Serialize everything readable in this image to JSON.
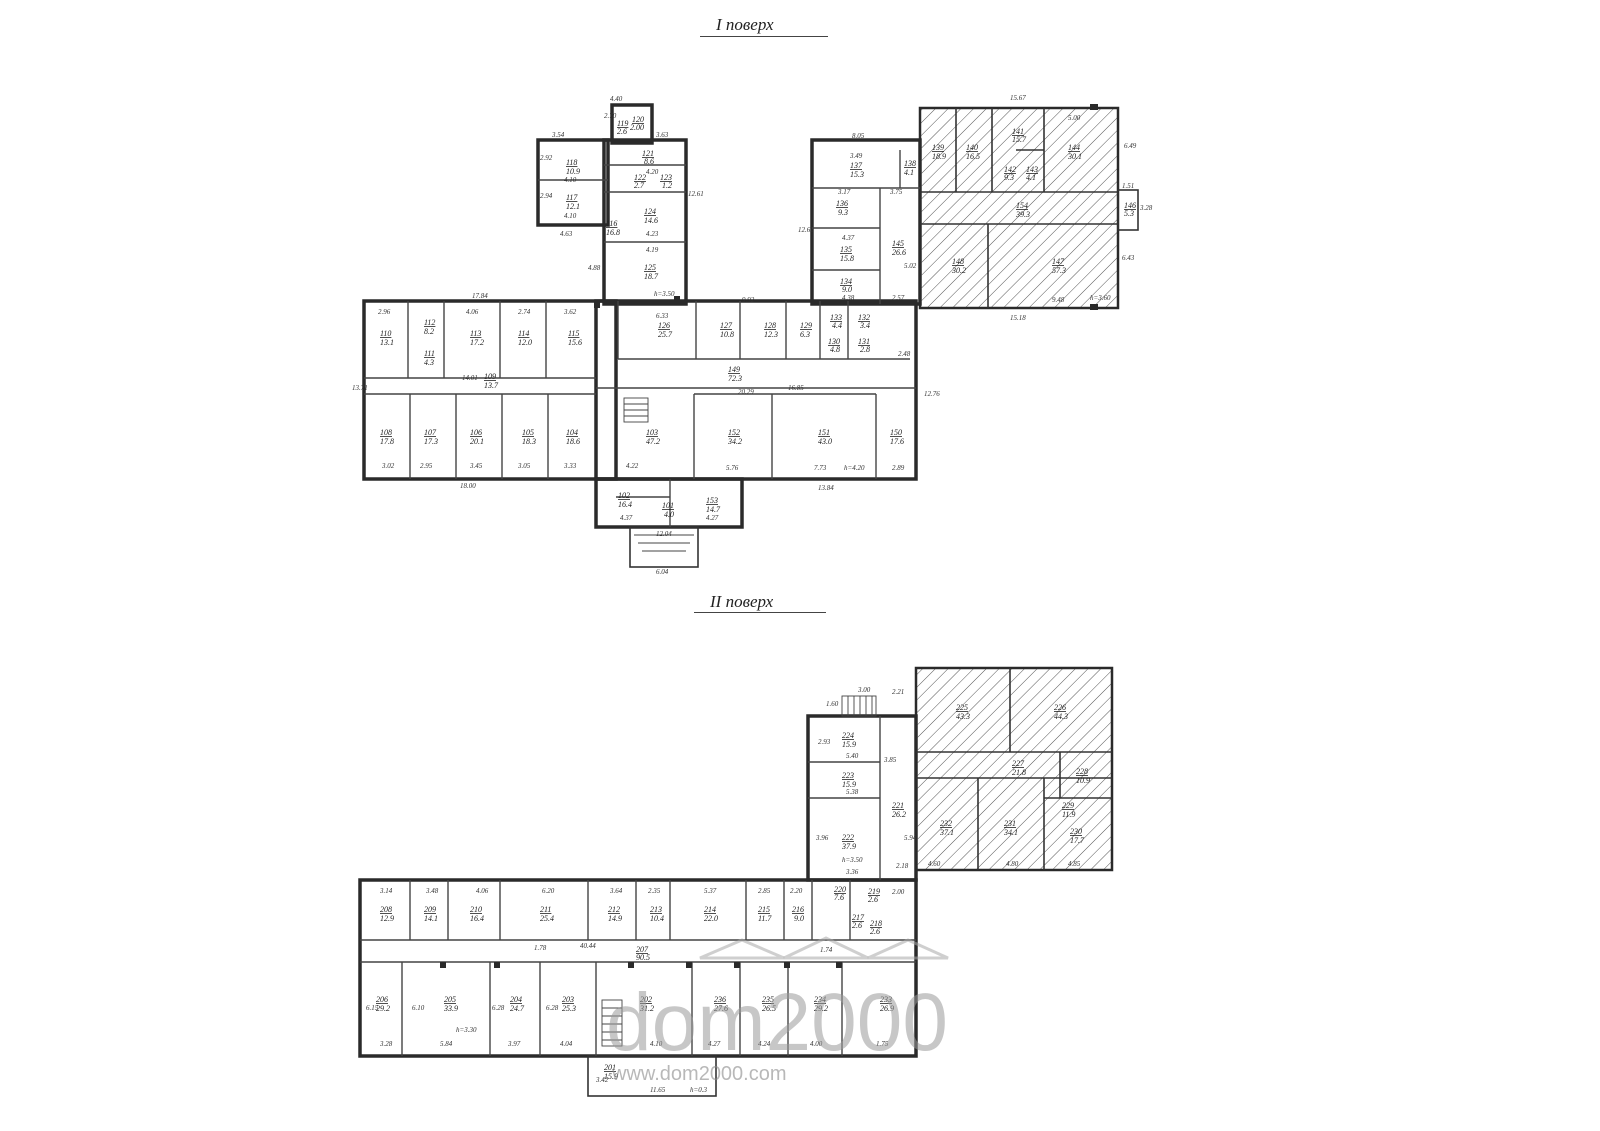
{
  "floors": [
    {
      "title": "I поверх",
      "rooms": [
        {
          "num": "101",
          "area": "4.0"
        },
        {
          "num": "102",
          "area": "16.4"
        },
        {
          "num": "103",
          "area": "47.2"
        },
        {
          "num": "104",
          "area": "18.6"
        },
        {
          "num": "105",
          "area": "18.3"
        },
        {
          "num": "106",
          "area": "20.1"
        },
        {
          "num": "107",
          "area": "17.3"
        },
        {
          "num": "108",
          "area": "17.8"
        },
        {
          "num": "109",
          "area": "13.7"
        },
        {
          "num": "110",
          "area": "13.1"
        },
        {
          "num": "111",
          "area": "4.3"
        },
        {
          "num": "112",
          "area": "8.2"
        },
        {
          "num": "113",
          "area": "17.2"
        },
        {
          "num": "114",
          "area": "12.0"
        },
        {
          "num": "115",
          "area": "15.6"
        },
        {
          "num": "116",
          "area": "16.8"
        },
        {
          "num": "117",
          "area": "12.1"
        },
        {
          "num": "118",
          "area": "10.9"
        },
        {
          "num": "119",
          "area": "2.6"
        },
        {
          "num": "120",
          "area": "2.00"
        },
        {
          "num": "121",
          "area": "8.6"
        },
        {
          "num": "122",
          "area": "2.7"
        },
        {
          "num": "123",
          "area": "1.2"
        },
        {
          "num": "124",
          "area": "14.6"
        },
        {
          "num": "125",
          "area": "18.7"
        },
        {
          "num": "126",
          "area": "25.7"
        },
        {
          "num": "127",
          "area": "10.8"
        },
        {
          "num": "128",
          "area": "12.3"
        },
        {
          "num": "129",
          "area": "6.3"
        },
        {
          "num": "130",
          "area": "4.8"
        },
        {
          "num": "131",
          "area": "2.8"
        },
        {
          "num": "132",
          "area": "3.4"
        },
        {
          "num": "133",
          "area": "4.4"
        },
        {
          "num": "134",
          "area": "9.0"
        },
        {
          "num": "135",
          "area": "15.8"
        },
        {
          "num": "136",
          "area": "9.3"
        },
        {
          "num": "137",
          "area": "15.3"
        },
        {
          "num": "138",
          "area": "4.1"
        },
        {
          "num": "139",
          "area": "18.9"
        },
        {
          "num": "140",
          "area": "16.5"
        },
        {
          "num": "141",
          "area": "15.7"
        },
        {
          "num": "142",
          "area": "9.3"
        },
        {
          "num": "143",
          "area": "4.1"
        },
        {
          "num": "144",
          "area": "30.1"
        },
        {
          "num": "145",
          "area": "26.6"
        },
        {
          "num": "146",
          "area": "5.3"
        },
        {
          "num": "147",
          "area": "57.3"
        },
        {
          "num": "148",
          "area": "30.2"
        },
        {
          "num": "149",
          "area": "72.3"
        },
        {
          "num": "150",
          "area": "17.6"
        },
        {
          "num": "151",
          "area": "43.0"
        },
        {
          "num": "152",
          "area": "34.2"
        },
        {
          "num": "153",
          "area": "14.7"
        },
        {
          "num": "154",
          "area": "39.3"
        }
      ],
      "dims": {
        "d_4_40": "4.40",
        "d_2_70": "2.70",
        "d_3_54": "3.54",
        "d_3_63": "3.63",
        "d_2_92": "2.92",
        "d_4_10a": "4.10",
        "d_2_94": "2.94",
        "d_4_10b": "4.10",
        "d_4_63": "4.63",
        "d_4_20": "4.20",
        "d_4_23": "4.23",
        "d_4_19": "4.19",
        "d_12_61": "12.61",
        "d_4_88": "4.88",
        "d_17_84": "17.84",
        "d_9_92": "9.92",
        "d_8_05": "8.05",
        "d_15_67": "15.67",
        "d_5_00": "5.00",
        "d_6_49": "6.49",
        "d_15_18": "15.18",
        "d_9_48": "9.48",
        "d_6_43": "6.43",
        "d_1_51": "1.51",
        "d_3_28": "3.28",
        "d_12_62": "12.62",
        "d_3_49": "3.49",
        "d_3_17": "3.17",
        "d_4_37": "4.37",
        "d_4_38": "4.38",
        "d_3_75": "3.75",
        "d_2_57": "2.57",
        "d_5_02": "5.02",
        "d_6_33": "6.33",
        "d_20_29": "20.29",
        "d_16_85": "16.85",
        "d_2_48": "2.48",
        "d_12_76": "12.76",
        "d_13_71": "13.71",
        "d_14_01": "14.01",
        "d_18_00": "18.00",
        "d_13_84": "13.84",
        "d_7_73": "7.73",
        "d_5_76": "5.76",
        "d_4_22": "4.22",
        "d_12_04": "12.04",
        "d_6_04": "6.04",
        "d_4_37b": "4.37",
        "d_4_27": "4.27",
        "d_2_89": "2.89",
        "d_3_02": "3.02",
        "d_2_95": "2.95",
        "d_3_45": "3.45",
        "d_3_05": "3.05",
        "d_3_33": "3.33",
        "d_2_96": "2.96",
        "d_4_06": "4.06",
        "d_2_74": "2.74",
        "d_3_62": "3.62",
        "d_h1": "h=3.50",
        "d_h2": "h=4.20",
        "d_h3": "h=3.60"
      }
    },
    {
      "title": "II поверх",
      "rooms": [
        {
          "num": "201",
          "area": "15.9"
        },
        {
          "num": "202",
          "area": "31.2"
        },
        {
          "num": "203",
          "area": "25.3"
        },
        {
          "num": "204",
          "area": "24.7"
        },
        {
          "num": "205",
          "area": "33.9"
        },
        {
          "num": "206",
          "area": "29.2"
        },
        {
          "num": "207",
          "area": "90.5"
        },
        {
          "num": "208",
          "area": "12.9"
        },
        {
          "num": "209",
          "area": "14.1"
        },
        {
          "num": "210",
          "area": "16.4"
        },
        {
          "num": "211",
          "area": "25.4"
        },
        {
          "num": "212",
          "area": "14.9"
        },
        {
          "num": "213",
          "area": "10.4"
        },
        {
          "num": "214",
          "area": "22.0"
        },
        {
          "num": "215",
          "area": "11.7"
        },
        {
          "num": "216",
          "area": "9.0"
        },
        {
          "num": "217",
          "area": "2.6"
        },
        {
          "num": "218",
          "area": "2.6"
        },
        {
          "num": "219",
          "area": "2.6"
        },
        {
          "num": "220",
          "area": "7.6"
        },
        {
          "num": "221",
          "area": "26.2"
        },
        {
          "num": "222",
          "area": "37.9"
        },
        {
          "num": "223",
          "area": "15.9"
        },
        {
          "num": "224",
          "area": "15.9"
        },
        {
          "num": "225",
          "area": "43.3"
        },
        {
          "num": "226",
          "area": "44.3"
        },
        {
          "num": "227",
          "area": "21.8"
        },
        {
          "num": "228",
          "area": "10.9"
        },
        {
          "num": "229",
          "area": "11.9"
        },
        {
          "num": "230",
          "area": "17.7"
        },
        {
          "num": "231",
          "area": "34.1"
        },
        {
          "num": "232",
          "area": "37.1"
        },
        {
          "num": "233",
          "area": "26.9"
        },
        {
          "num": "234",
          "area": "29.2"
        },
        {
          "num": "235",
          "area": "26.5"
        },
        {
          "num": "236",
          "area": "27.6"
        }
      ],
      "dims": {
        "d_3_00": "3.00",
        "d_2_21": "2.21",
        "d_1_60": "1.60",
        "d_2_93": "2.93",
        "d_5_40": "5.40",
        "d_5_38": "5.38",
        "d_3_85": "3.85",
        "d_3_96": "3.96",
        "d_3_36": "3.36",
        "d_2_18": "2.18",
        "d_2_00": "2.00",
        "d_5_94": "5.94",
        "d_3_14": "3.14",
        "d_3_48": "3.48",
        "d_4_06": "4.06",
        "d_6_20": "6.20",
        "d_3_64": "3.64",
        "d_2_35": "2.35",
        "d_5_37": "5.37",
        "d_2_85": "2.85",
        "d_2_20": "2.20",
        "d_40_44": "40.44",
        "d_1_78": "1.78",
        "d_1_74": "1.74",
        "d_6_15": "6.15",
        "d_6_10": "6.10",
        "d_6_28a": "6.28",
        "d_6_28b": "6.28",
        "d_3_28": "3.28",
        "d_5_84": "5.84",
        "d_3_97": "3.97",
        "d_4_04": "4.04",
        "d_4_10": "4.10",
        "d_4_27": "4.27",
        "d_4_24": "4.24",
        "d_4_00": "4.00",
        "d_1_75": "1.75",
        "d_11_65": "11.65",
        "d_3_42": "3.42",
        "d_4_60": "4.60",
        "d_4_80": "4.80",
        "d_4_85": "4.85",
        "d_h1": "h=3.30",
        "d_h2": "h=3.50",
        "d_h3": "h=0.3"
      }
    }
  ],
  "watermark": {
    "brand": "dom2000",
    "url": "www.dom2000.com"
  },
  "colors": {
    "wall": "#2a2a2a",
    "hatch": "#555555",
    "watermark": "#9a9a9a"
  }
}
